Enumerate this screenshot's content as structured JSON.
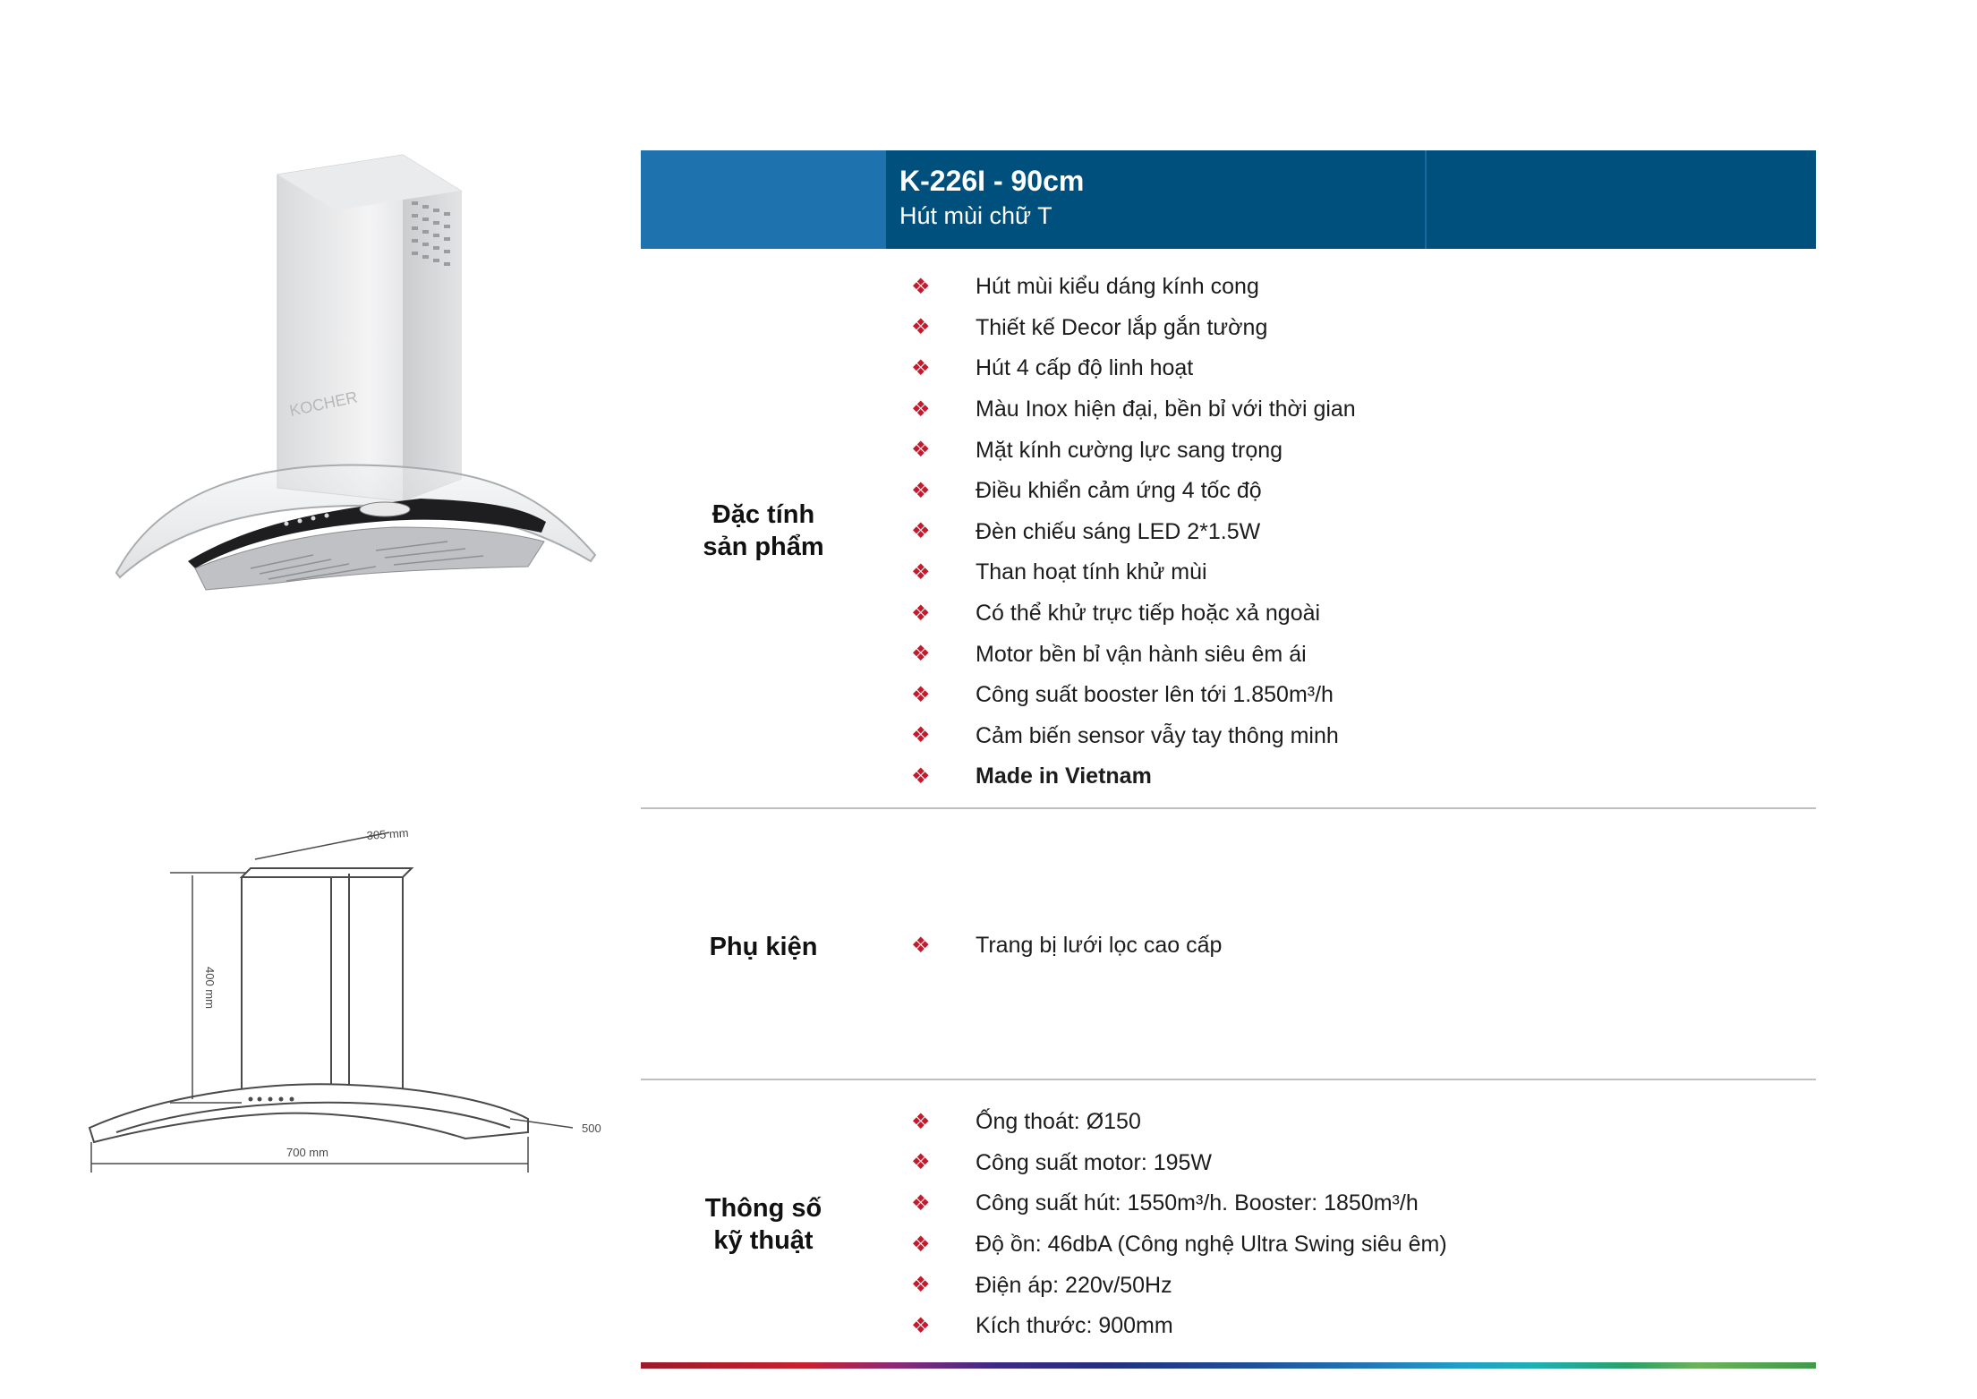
{
  "header": {
    "model": "K-226I - 90cm",
    "subtitle": "Hút mùi chữ T"
  },
  "brand_on_photo": "KOCHER",
  "sections": {
    "features": {
      "label_line1": "Đặc tính",
      "label_line2": "sản phẩm",
      "items": [
        "Hút mùi kiểu dáng kính cong",
        "Thiết kế Decor lắp gắn tường",
        "Hút 4 cấp độ linh hoạt",
        "Màu Inox hiện đại, bền bỉ với thời gian",
        "Mặt kính cường lực sang trọng",
        "Điều khiển cảm ứng 4 tốc độ",
        "Đèn chiếu sáng LED 2*1.5W",
        "Than hoạt tính khử mùi",
        "Có thể khử trực tiếp hoặc xả ngoài",
        "Motor bền bỉ vận hành siêu êm ái",
        "Công suất booster lên tới 1.850m³/h",
        "Cảm biến sensor vẫy tay thông minh",
        "Made in Vietnam"
      ]
    },
    "accessories": {
      "label": "Phụ kiện",
      "items": [
        "Trang bị lưới lọc cao cấp"
      ]
    },
    "specs": {
      "label_line1": "Thông số",
      "label_line2": "kỹ thuật",
      "items": [
        "Ống thoát: Ø150",
        "Công suất motor: 195W",
        "Công suất hút: 1550m³/h. Booster: 1850m³/h",
        "Độ ồn: 46dbA (Công nghệ Ultra Swing siêu êm)",
        "Điện áp: 220v/50Hz",
        "Kích thước: 900mm"
      ]
    }
  },
  "bullet_glyph": "❖",
  "drawing": {
    "dim_width": "305 mm",
    "dim_height": "400 mm",
    "dim_length": "700 mm",
    "dim_depth": "500"
  },
  "colors": {
    "header_dark": "#00507e",
    "header_light": "#1e73ae",
    "bullet": "#c41a2d"
  }
}
